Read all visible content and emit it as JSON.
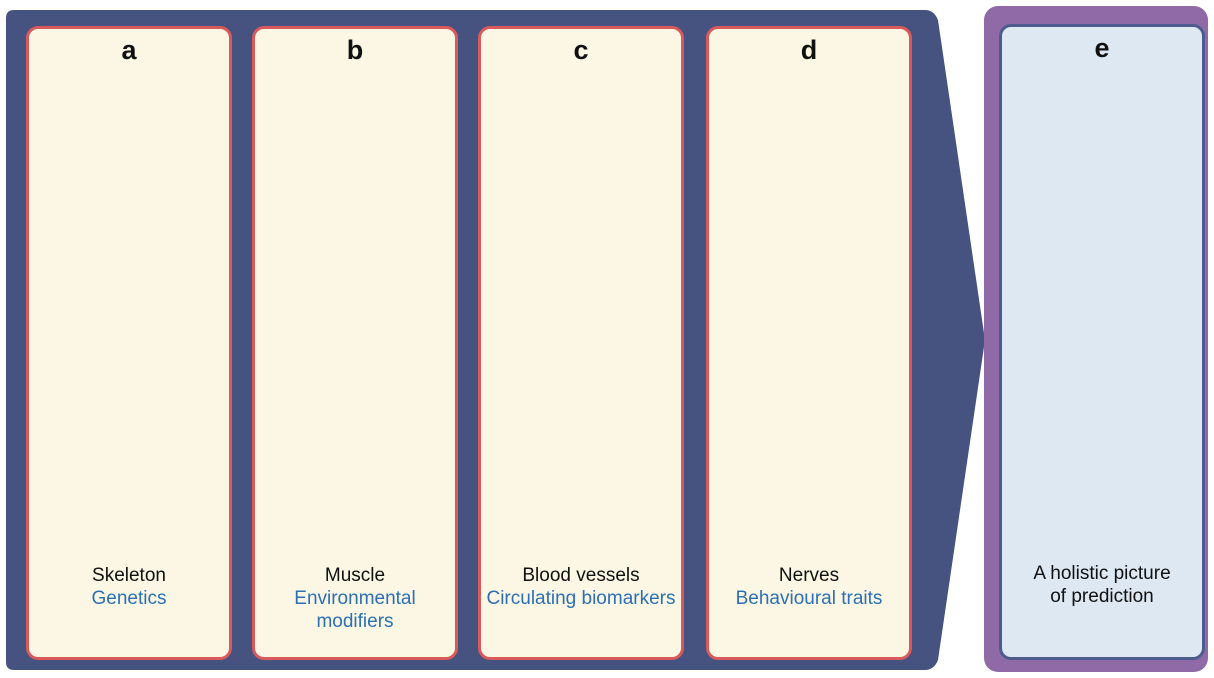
{
  "panels": [
    {
      "letter": "a",
      "title": "Skeleton",
      "subtitle": "Genetics"
    },
    {
      "letter": "b",
      "title": "Muscle",
      "subtitle": "Environmental modifiers"
    },
    {
      "letter": "c",
      "title": "Blood vessels",
      "subtitle": "Circulating biomarkers"
    },
    {
      "letter": "d",
      "title": "Nerves",
      "subtitle": "Behavioural traits"
    }
  ],
  "final": {
    "letter": "e",
    "line1": "A holistic picture",
    "line2": "of prediction"
  },
  "colors": {
    "arrow_band": "#46527f",
    "final_frame": "#8f6aa6",
    "panel_fill": "#fbf7e4",
    "panel_border": "#d95a5a",
    "final_fill": "#dde8f3",
    "body_navy": "#2b3a6b",
    "muscle": "#cf5b5b",
    "skin": "#e4a393",
    "label_blue": "#2c6fb3"
  }
}
